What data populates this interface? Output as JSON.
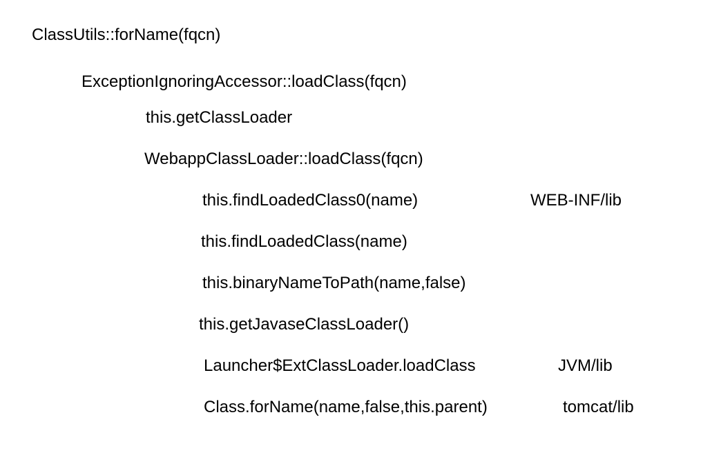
{
  "call_tree": [
    {
      "text": "ClassUtils::forName(fqcn)"
    },
    {
      "text": "ExceptionIgnoringAccessor::loadClass(fqcn)"
    },
    {
      "text": "this.getClassLoader"
    },
    {
      "text": "WebappClassLoader::loadClass(fqcn)"
    },
    {
      "text": "this.findLoadedClass0(name)",
      "note": "WEB-INF/lib"
    },
    {
      "text": "this.findLoadedClass(name)"
    },
    {
      "text": "this.binaryNameToPath(name,false)"
    },
    {
      "text": "this.getJavaseClassLoader()"
    },
    {
      "text": "Launcher$ExtClassLoader.loadClass",
      "note": "JVM/lib"
    },
    {
      "text": "Class.forName(name,false,this.parent)",
      "note": "tomcat/lib"
    }
  ]
}
